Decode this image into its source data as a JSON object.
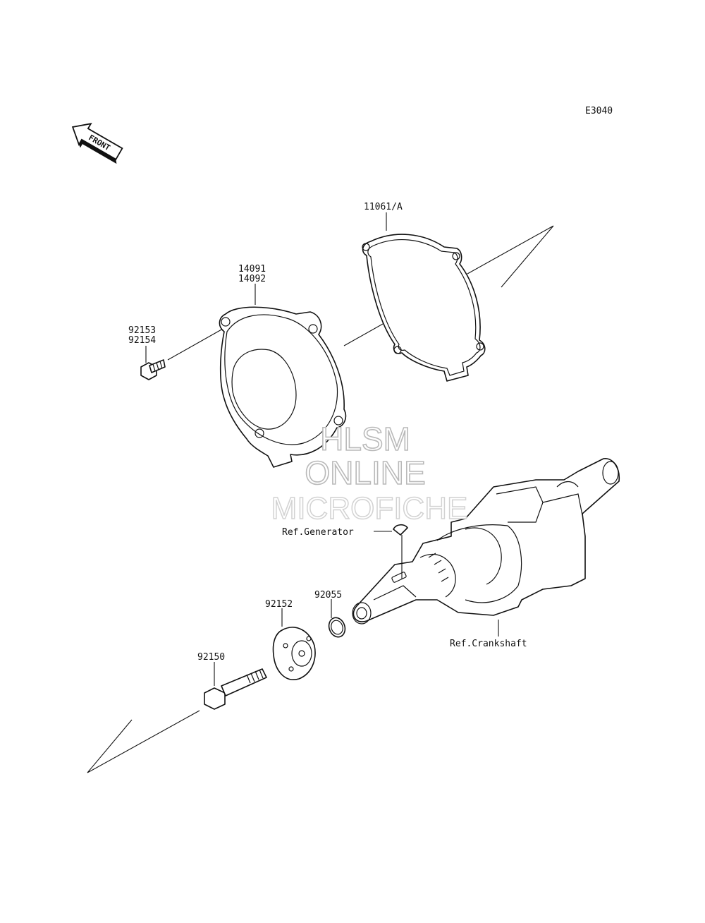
{
  "diagram_code": "E3040",
  "front_indicator": "FRONT",
  "parts": {
    "gasket": "11061/A",
    "cover_1": "14091",
    "cover_2": "14092",
    "bolt_1": "92153",
    "bolt_2": "92154",
    "ref_generator": "Ref.Generator",
    "oring": "92055",
    "washer": "92152",
    "rotor_bolt": "92150",
    "ref_crankshaft": "Ref.Crankshaft"
  },
  "watermark": {
    "line1": "HLSM",
    "line2": "ONLINE",
    "line3": "MICROFICHE"
  }
}
